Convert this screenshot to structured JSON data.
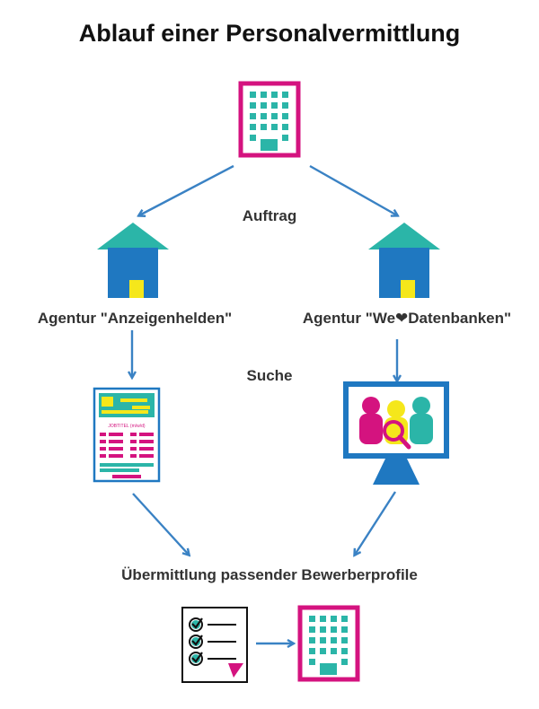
{
  "title": "Ablauf einer Personalvermittlung",
  "labels": {
    "auftrag": "Auftrag",
    "agentur_left": "Agentur \"Anzeigenhelden\"",
    "agentur_right": "Agentur \"We❤Datenbanken\"",
    "suche": "Suche",
    "uebermittlung": "Übermittlung passender Bewerberprofile"
  },
  "ad_text": "JOBTITEL (m/w/d)",
  "colors": {
    "magenta": "#d4137f",
    "teal": "#2bb5a8",
    "blue": "#1f78c1",
    "yellow": "#f5e71b",
    "arrow": "#3a82c4",
    "text": "#333333"
  },
  "icons": {
    "company_top": "office-building-icon",
    "agency_left": "house-icon",
    "agency_right": "house-icon",
    "job_ad": "job-ad-document-icon",
    "database_screen": "candidate-search-screen-icon",
    "checklist": "checklist-icon",
    "company_bottom": "office-building-icon"
  }
}
